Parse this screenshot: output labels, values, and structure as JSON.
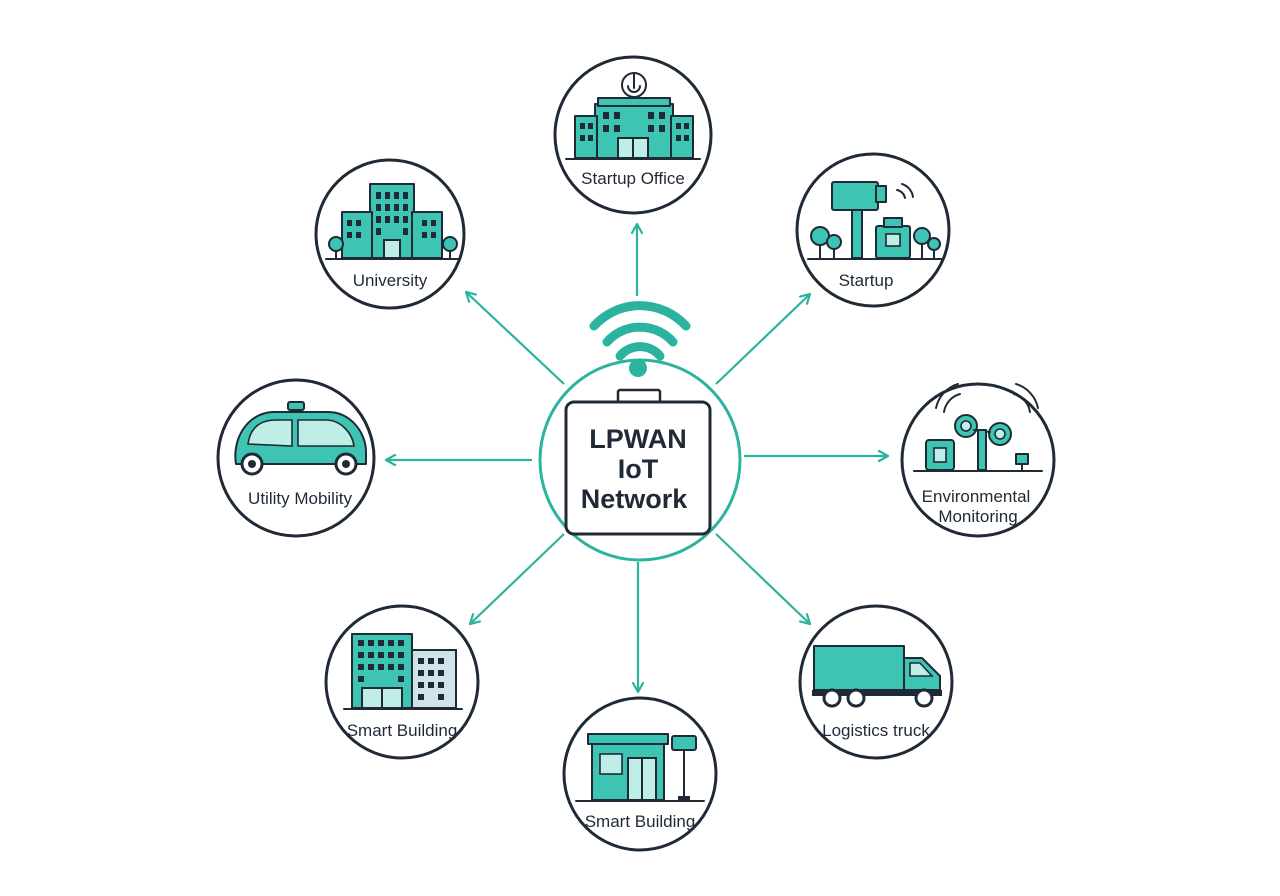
{
  "hub": {
    "title_lines": [
      "LPWAN",
      "IoT",
      "Network"
    ],
    "icon": "wifi-signal-icon"
  },
  "nodes": [
    {
      "id": "startup-office",
      "label": "Startup Office",
      "icon": "office-building-icon"
    },
    {
      "id": "startup",
      "label": "Startup",
      "icon": "billboard-icon"
    },
    {
      "id": "environmental-monitoring",
      "label_lines": [
        "Environmental",
        "Monitoring"
      ],
      "icon": "sensor-station-icon"
    },
    {
      "id": "logistics-truck",
      "label": "Logistics truck",
      "icon": "truck-icon"
    },
    {
      "id": "smart-building-bottom",
      "label": "Smart Building",
      "icon": "storefront-icon"
    },
    {
      "id": "smart-building-left",
      "label": "Smart Building",
      "icon": "city-buildings-icon"
    },
    {
      "id": "utility-mobility",
      "label": "Utility Mobility",
      "icon": "shuttle-vehicle-icon"
    },
    {
      "id": "university",
      "label": "University",
      "icon": "university-icon"
    }
  ],
  "colors": {
    "accent": "#2bb3a0",
    "ink": "#1f2a36",
    "teal_fill": "#3ec4b3",
    "teal_light": "#bfeee6"
  }
}
